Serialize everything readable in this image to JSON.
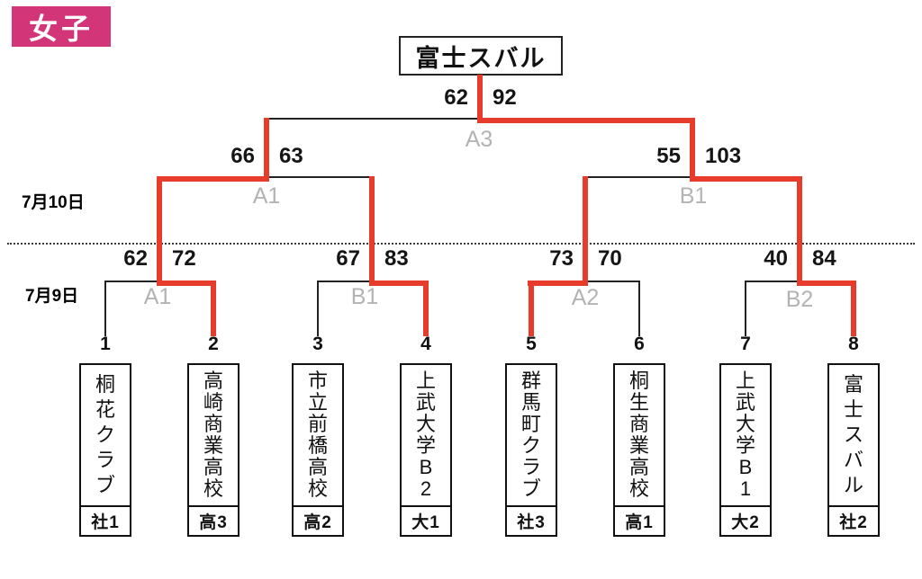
{
  "header": {
    "category_label": "女子"
  },
  "champion": {
    "name": "富士スバル"
  },
  "round_dates": [
    {
      "label": "7月10日"
    },
    {
      "label": "7月9日"
    }
  ],
  "matches": {
    "final": {
      "label": "A3",
      "left_score": "62",
      "right_score": "92"
    },
    "semifinals": [
      {
        "label": "A1",
        "left_score": "66",
        "right_score": "63"
      },
      {
        "label": "B1",
        "left_score": "55",
        "right_score": "103"
      }
    ],
    "first_round": [
      {
        "label": "A1",
        "left_score": "62",
        "right_score": "72"
      },
      {
        "label": "B1",
        "left_score": "67",
        "right_score": "83"
      },
      {
        "label": "A2",
        "left_score": "73",
        "right_score": "70"
      },
      {
        "label": "B2",
        "left_score": "40",
        "right_score": "84"
      }
    ]
  },
  "teams": [
    {
      "seed": "1",
      "name": "桐花クラブ",
      "tag": "社1"
    },
    {
      "seed": "2",
      "name": "高崎商業高校",
      "tag": "高3"
    },
    {
      "seed": "3",
      "name": "市立前橋高校",
      "tag": "高2"
    },
    {
      "seed": "4",
      "name": "上武大学B2",
      "tag": "大1"
    },
    {
      "seed": "5",
      "name": "群馬町クラブ",
      "tag": "社3"
    },
    {
      "seed": "6",
      "name": "桐生商業高校",
      "tag": "高1"
    },
    {
      "seed": "7",
      "name": "上武大学B1",
      "tag": "大2"
    },
    {
      "seed": "8",
      "name": "富士スバル",
      "tag": "社2"
    }
  ],
  "colors": {
    "accent": "#d23578",
    "winner_path": "#e73b2c",
    "line": "#222222",
    "match_label": "#b3b3b3"
  }
}
